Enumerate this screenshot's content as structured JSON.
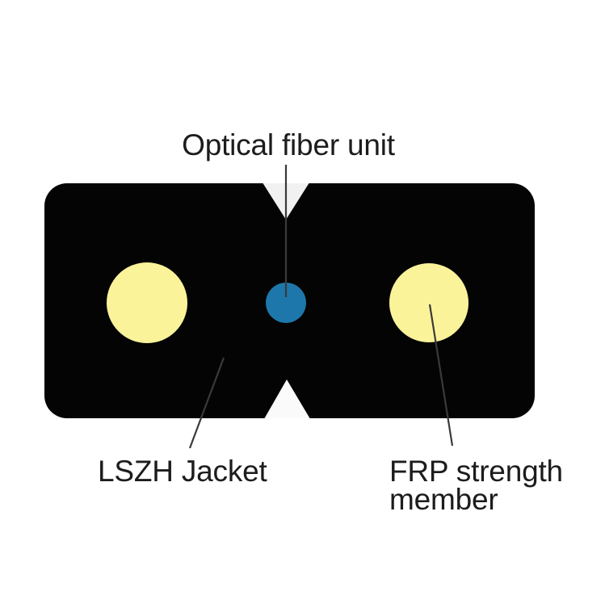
{
  "diagram": {
    "parts": {
      "fiber_unit": {
        "label": "Optical fiber unit",
        "color": "#1d77aa"
      },
      "jacket": {
        "label": "LSZH Jacket",
        "color": "#040404"
      },
      "strength_member": {
        "label": "FRP strength member",
        "color": "#fbf39a"
      }
    },
    "colors": {
      "background": "#ffffff",
      "leader_line": "#3a3a3a",
      "notch_top": "#f1f1f1",
      "notch_bottom": "#fafafa"
    }
  }
}
